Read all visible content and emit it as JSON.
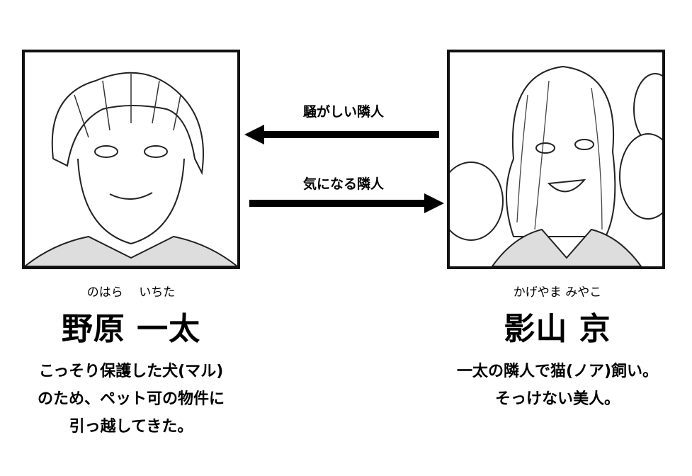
{
  "relations": {
    "to_left": "騒がしい隣人",
    "to_right": "気になる隣人"
  },
  "characters": [
    {
      "furigana": "のはら　 いちた",
      "name": "野原 一太",
      "description": [
        "こっそり保護した犬(マル)",
        "のため、ペット可の物件に",
        "引っ越してきた。"
      ]
    },
    {
      "furigana": "かげやま みやこ",
      "name": "影山 京",
      "description": [
        "一太の隣人で猫(ノア)飼い。",
        "そっけない美人。"
      ]
    }
  ]
}
